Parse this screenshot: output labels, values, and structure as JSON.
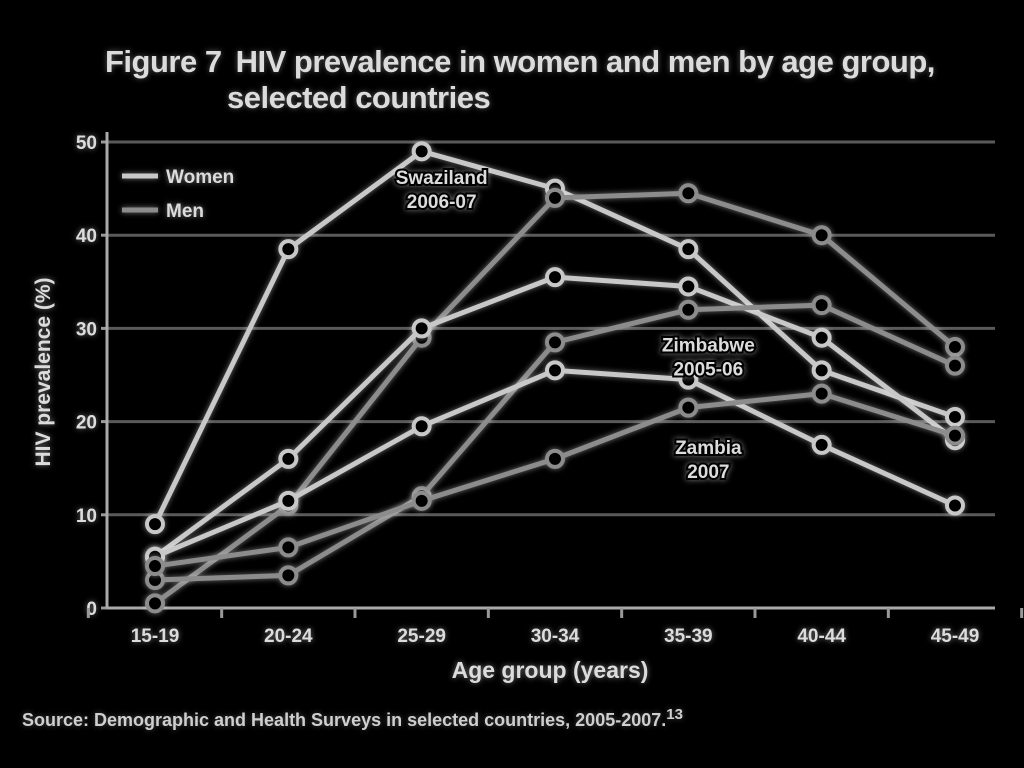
{
  "figure": {
    "label": "Figure 7",
    "title_line1": "HIV prevalence in women and men by age group,",
    "title_line2": "selected countries",
    "source": "Source: Demographic and Health Surveys in selected countries, 2005-2007.",
    "source_ref": "13"
  },
  "colors": {
    "background": "#000000",
    "women": "#c8c8c8",
    "men": "#8c8c8c",
    "grid": "#5a5a5a",
    "text": "#dcdcdc"
  },
  "chart_data": {
    "type": "line",
    "title": "HIV prevalence in women and men by age group, selected countries",
    "xlabel": "Age group (years)",
    "ylabel": "HIV prevalence (%)",
    "categories": [
      "15-19",
      "20-24",
      "25-29",
      "30-34",
      "35-39",
      "40-44",
      "45-49"
    ],
    "ylim": [
      0,
      50
    ],
    "yticks": [
      0,
      10,
      20,
      30,
      40,
      50
    ],
    "grid": true,
    "legend_position": "top-left",
    "legend": [
      {
        "name": "Women",
        "sex": "women"
      },
      {
        "name": "Men",
        "sex": "men"
      }
    ],
    "annotations": [
      {
        "text": [
          "Swaziland",
          "2006-07"
        ],
        "near_category": "25-29",
        "value": 45.5
      },
      {
        "text": [
          "Zimbabwe",
          "2005-06"
        ],
        "near_category": "35-39",
        "value": 27.5
      },
      {
        "text": [
          "Zambia",
          "2007"
        ],
        "near_category": "35-39",
        "value": 16.5
      }
    ],
    "series": [
      {
        "country": "Swaziland",
        "sex": "women",
        "values": [
          9,
          38.5,
          49,
          45,
          38.5,
          25.5,
          20.5
        ]
      },
      {
        "country": "Swaziland",
        "sex": "men",
        "values": [
          0.5,
          11,
          29,
          44,
          44.5,
          40,
          28
        ]
      },
      {
        "country": "Zimbabwe",
        "sex": "women",
        "values": [
          5.5,
          16,
          30,
          35.5,
          34.5,
          29,
          18
        ]
      },
      {
        "country": "Zimbabwe",
        "sex": "men",
        "values": [
          3,
          3.5,
          12,
          28.5,
          32,
          32.5,
          26
        ]
      },
      {
        "country": "Zambia",
        "sex": "women",
        "values": [
          5.5,
          11.5,
          19.5,
          25.5,
          24.5,
          17.5,
          11
        ]
      },
      {
        "country": "Zambia",
        "sex": "men",
        "values": [
          4.5,
          6.5,
          11.5,
          16,
          21.5,
          23,
          18.5
        ]
      }
    ]
  }
}
